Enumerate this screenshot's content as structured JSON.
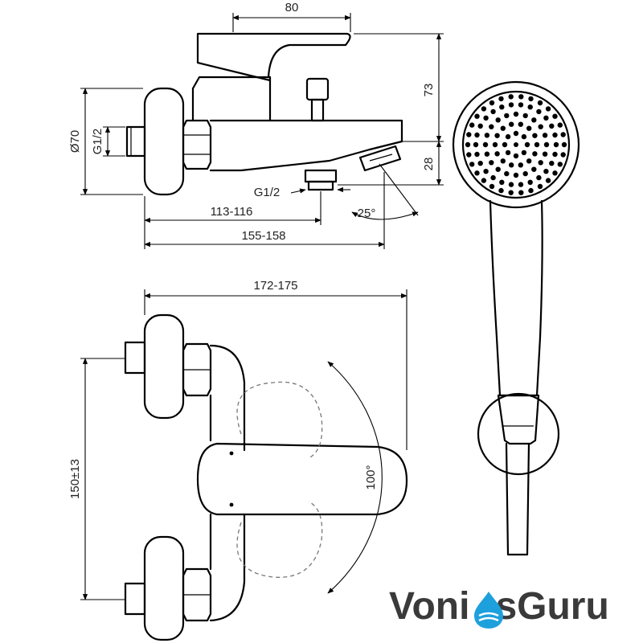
{
  "dimensions": {
    "top_width": "80",
    "height_73": "73",
    "height_28": "28",
    "diameter": "Ø70",
    "thread_left": "G1/2",
    "thread_bottom": "G1/2",
    "reach_short": "113-116",
    "reach_long": "155-158",
    "angle_spout": "25°",
    "front_width": "172-175",
    "center_distance": "150±13",
    "lever_rotation": "100°"
  },
  "logo": {
    "part_a": "Voni",
    "part_b": "s",
    "part_c": "Guru",
    "accent_color": "#1ea0dd",
    "text_color": "#3a3a3a"
  }
}
